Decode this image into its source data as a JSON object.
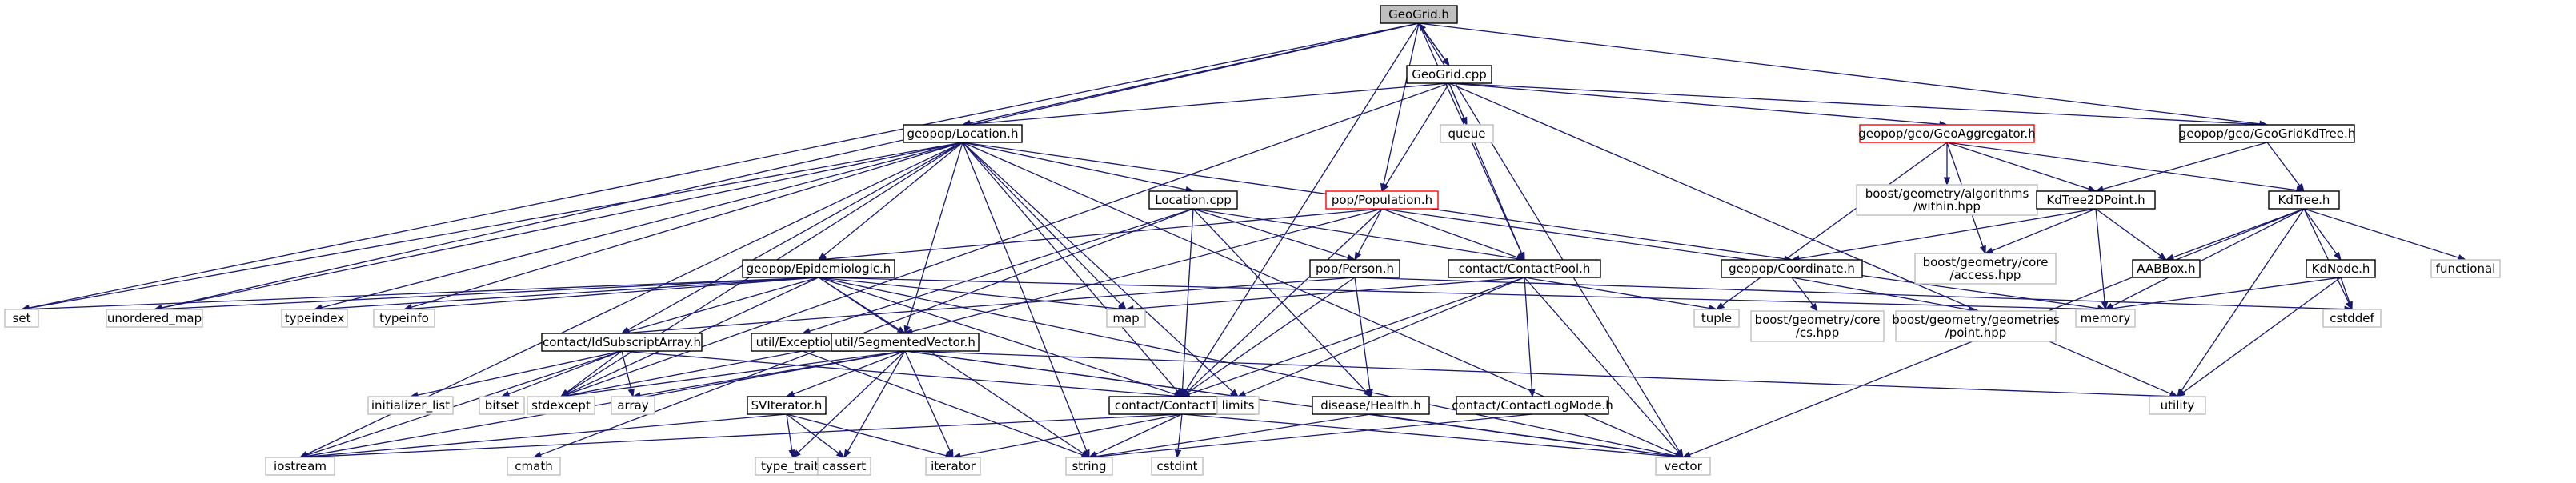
{
  "graph": {
    "nodes": [
      {
        "id": "geogrid_h",
        "label": [
          "GeoGrid.h"
        ],
        "style": "focus"
      },
      {
        "id": "geogrid_cpp",
        "label": [
          "GeoGrid.cpp"
        ],
        "style": "normal"
      },
      {
        "id": "location_h",
        "label": [
          "geopop/Location.h"
        ],
        "style": "normal"
      },
      {
        "id": "queue",
        "label": [
          "queue"
        ],
        "style": "external"
      },
      {
        "id": "geoaggregator_h",
        "label": [
          "geopop/geo/GeoAggregator.h"
        ],
        "style": "red"
      },
      {
        "id": "geogridkdtree_h",
        "label": [
          "geopop/geo/GeoGridKdTree.h"
        ],
        "style": "normal"
      },
      {
        "id": "location_cpp",
        "label": [
          "Location.cpp"
        ],
        "style": "normal"
      },
      {
        "id": "population_h",
        "label": [
          "pop/Population.h"
        ],
        "style": "red"
      },
      {
        "id": "boost_within",
        "label": [
          "boost/geometry/algorithms",
          "/within.hpp"
        ],
        "style": "external"
      },
      {
        "id": "kdtree2dpoint_h",
        "label": [
          "KdTree2DPoint.h"
        ],
        "style": "normal"
      },
      {
        "id": "kdtree_h",
        "label": [
          "KdTree.h"
        ],
        "style": "normal"
      },
      {
        "id": "epidemiologic_h",
        "label": [
          "geopop/Epidemiologic.h"
        ],
        "style": "normal"
      },
      {
        "id": "person_h",
        "label": [
          "pop/Person.h"
        ],
        "style": "normal"
      },
      {
        "id": "contactpool_h",
        "label": [
          "contact/ContactPool.h"
        ],
        "style": "normal"
      },
      {
        "id": "coordinate_h",
        "label": [
          "geopop/Coordinate.h"
        ],
        "style": "normal"
      },
      {
        "id": "boost_access",
        "label": [
          "boost/geometry/core",
          "/access.hpp"
        ],
        "style": "external"
      },
      {
        "id": "aabbox_h",
        "label": [
          "AABBox.h"
        ],
        "style": "normal"
      },
      {
        "id": "kdnode_h",
        "label": [
          "KdNode.h"
        ],
        "style": "normal"
      },
      {
        "id": "functional",
        "label": [
          "functional"
        ],
        "style": "external"
      },
      {
        "id": "set",
        "label": [
          "set"
        ],
        "style": "external"
      },
      {
        "id": "unordered_map",
        "label": [
          "unordered_map"
        ],
        "style": "external"
      },
      {
        "id": "typeindex",
        "label": [
          "typeindex"
        ],
        "style": "external"
      },
      {
        "id": "typeinfo",
        "label": [
          "typeinfo"
        ],
        "style": "external"
      },
      {
        "id": "map",
        "label": [
          "map"
        ],
        "style": "external"
      },
      {
        "id": "tuple",
        "label": [
          "tuple"
        ],
        "style": "external"
      },
      {
        "id": "boost_cs",
        "label": [
          "boost/geometry/core",
          "/cs.hpp"
        ],
        "style": "external"
      },
      {
        "id": "boost_point",
        "label": [
          "boost/geometry/geometries",
          "/point.hpp"
        ],
        "style": "external"
      },
      {
        "id": "memory",
        "label": [
          "memory"
        ],
        "style": "external"
      },
      {
        "id": "cstddef",
        "label": [
          "cstddef"
        ],
        "style": "external"
      },
      {
        "id": "idsubscriptarray_h",
        "label": [
          "contact/IdSubscriptArray.h"
        ],
        "style": "normal"
      },
      {
        "id": "exception_h",
        "label": [
          "util/Exception.h"
        ],
        "style": "normal"
      },
      {
        "id": "segmentedvector_h",
        "label": [
          "util/SegmentedVector.h"
        ],
        "style": "normal"
      },
      {
        "id": "initializer_list",
        "label": [
          "initializer_list"
        ],
        "style": "external"
      },
      {
        "id": "bitset",
        "label": [
          "bitset"
        ],
        "style": "external"
      },
      {
        "id": "stdexcept",
        "label": [
          "stdexcept"
        ],
        "style": "external"
      },
      {
        "id": "array",
        "label": [
          "array"
        ],
        "style": "external"
      },
      {
        "id": "svlterator_h",
        "label": [
          "SVIterator.h"
        ],
        "style": "normal"
      },
      {
        "id": "contacttype_h",
        "label": [
          "contact/ContactType.h"
        ],
        "style": "normal"
      },
      {
        "id": "limits",
        "label": [
          "limits"
        ],
        "style": "external"
      },
      {
        "id": "health_h",
        "label": [
          "disease/Health.h"
        ],
        "style": "normal"
      },
      {
        "id": "contactlogmode_h",
        "label": [
          "contact/ContactLogMode.h"
        ],
        "style": "normal"
      },
      {
        "id": "utility",
        "label": [
          "utility"
        ],
        "style": "external"
      },
      {
        "id": "iostream",
        "label": [
          "iostream"
        ],
        "style": "external"
      },
      {
        "id": "cmath",
        "label": [
          "cmath"
        ],
        "style": "external"
      },
      {
        "id": "type_traits",
        "label": [
          "type_traits"
        ],
        "style": "external"
      },
      {
        "id": "cassert",
        "label": [
          "cassert"
        ],
        "style": "external"
      },
      {
        "id": "iterator",
        "label": [
          "iterator"
        ],
        "style": "external"
      },
      {
        "id": "string",
        "label": [
          "string"
        ],
        "style": "external"
      },
      {
        "id": "cstdint",
        "label": [
          "cstdint"
        ],
        "style": "external"
      },
      {
        "id": "vector",
        "label": [
          "vector"
        ],
        "style": "external"
      }
    ],
    "edges": [
      [
        "geogrid_h",
        "geogrid_cpp"
      ],
      [
        "geogrid_cpp",
        "geogrid_h"
      ],
      [
        "geogrid_h",
        "location_h"
      ],
      [
        "geogrid_h",
        "population_h"
      ],
      [
        "geogrid_h",
        "contactpool_h"
      ],
      [
        "geogrid_h",
        "contacttype_h"
      ],
      [
        "geogrid_h",
        "set"
      ],
      [
        "geogrid_h",
        "unordered_map"
      ],
      [
        "geogrid_h",
        "geogridkdtree_h"
      ],
      [
        "geogrid_h",
        "vector"
      ],
      [
        "geogrid_cpp",
        "location_h"
      ],
      [
        "geogrid_cpp",
        "queue"
      ],
      [
        "geogrid_cpp",
        "geoaggregator_h"
      ],
      [
        "geogrid_cpp",
        "geogridkdtree_h"
      ],
      [
        "geogrid_cpp",
        "population_h"
      ],
      [
        "geogrid_cpp",
        "contactpool_h"
      ],
      [
        "geogrid_cpp",
        "utility"
      ],
      [
        "geogrid_cpp",
        "stdexcept"
      ],
      [
        "location_h",
        "location_cpp"
      ],
      [
        "location_h",
        "epidemiologic_h"
      ],
      [
        "location_h",
        "coordinate_h"
      ],
      [
        "location_h",
        "idsubscriptarray_h"
      ],
      [
        "location_h",
        "segmentedvector_h"
      ],
      [
        "location_h",
        "contacttype_h"
      ],
      [
        "location_h",
        "set"
      ],
      [
        "location_h",
        "unordered_map"
      ],
      [
        "location_h",
        "typeindex"
      ],
      [
        "location_h",
        "typeinfo"
      ],
      [
        "location_h",
        "map"
      ],
      [
        "location_h",
        "string"
      ],
      [
        "location_h",
        "vector"
      ],
      [
        "location_h",
        "iostream"
      ],
      [
        "location_h",
        "stdexcept"
      ],
      [
        "location_h",
        "limits"
      ],
      [
        "location_cpp",
        "person_h"
      ],
      [
        "location_cpp",
        "contactpool_h"
      ],
      [
        "location_cpp",
        "exception_h"
      ],
      [
        "location_cpp",
        "contacttype_h"
      ],
      [
        "location_cpp",
        "health_h"
      ],
      [
        "location_cpp",
        "cmath"
      ],
      [
        "population_h",
        "epidemiologic_h"
      ],
      [
        "population_h",
        "person_h"
      ],
      [
        "population_h",
        "contactpool_h"
      ],
      [
        "population_h",
        "segmentedvector_h"
      ],
      [
        "population_h",
        "contacttype_h"
      ],
      [
        "population_h",
        "memory"
      ],
      [
        "epidemiologic_h",
        "idsubscriptarray_h"
      ],
      [
        "epidemiologic_h",
        "segmentedvector_h"
      ],
      [
        "epidemiologic_h",
        "contacttype_h"
      ],
      [
        "epidemiologic_h",
        "set"
      ],
      [
        "epidemiologic_h",
        "unordered_map"
      ],
      [
        "epidemiologic_h",
        "typeindex"
      ],
      [
        "epidemiologic_h",
        "typeinfo"
      ],
      [
        "epidemiologic_h",
        "map"
      ],
      [
        "epidemiologic_h",
        "memory"
      ],
      [
        "epidemiologic_h",
        "string"
      ],
      [
        "epidemiologic_h",
        "vector"
      ],
      [
        "epidemiologic_h",
        "stdexcept"
      ],
      [
        "person_h",
        "idsubscriptarray_h"
      ],
      [
        "person_h",
        "health_h"
      ],
      [
        "person_h",
        "contacttype_h"
      ],
      [
        "person_h",
        "cstddef"
      ],
      [
        "contactpool_h",
        "map"
      ],
      [
        "contactpool_h",
        "tuple"
      ],
      [
        "contactpool_h",
        "contactlogmode_h"
      ],
      [
        "contactpool_h",
        "contacttype_h"
      ],
      [
        "contactpool_h",
        "limits"
      ],
      [
        "contactpool_h",
        "vector"
      ],
      [
        "geoaggregator_h",
        "boost_within"
      ],
      [
        "geoaggregator_h",
        "kdtree2dpoint_h"
      ],
      [
        "geoaggregator_h",
        "kdtree_h"
      ],
      [
        "geoaggregator_h",
        "boost_access"
      ],
      [
        "geoaggregator_h",
        "tuple"
      ],
      [
        "geogridkdtree_h",
        "kdtree2dpoint_h"
      ],
      [
        "geogridkdtree_h",
        "kdtree_h"
      ],
      [
        "kdtree2dpoint_h",
        "coordinate_h"
      ],
      [
        "kdtree2dpoint_h",
        "boost_access"
      ],
      [
        "kdtree2dpoint_h",
        "aabbox_h"
      ],
      [
        "kdtree2dpoint_h",
        "memory"
      ],
      [
        "kdtree_h",
        "aabbox_h"
      ],
      [
        "kdtree_h",
        "kdnode_h"
      ],
      [
        "kdtree_h",
        "functional"
      ],
      [
        "kdtree_h",
        "memory"
      ],
      [
        "kdtree_h",
        "cstddef"
      ],
      [
        "kdtree_h",
        "utility"
      ],
      [
        "kdtree_h",
        "vector"
      ],
      [
        "kdnode_h",
        "memory"
      ],
      [
        "kdnode_h",
        "cstddef"
      ],
      [
        "kdnode_h",
        "utility"
      ],
      [
        "coordinate_h",
        "boost_cs"
      ],
      [
        "coordinate_h",
        "boost_point"
      ],
      [
        "idsubscriptarray_h",
        "initializer_list"
      ],
      [
        "idsubscriptarray_h",
        "bitset"
      ],
      [
        "idsubscriptarray_h",
        "stdexcept"
      ],
      [
        "idsubscriptarray_h",
        "array"
      ],
      [
        "idsubscriptarray_h",
        "iostream"
      ],
      [
        "idsubscriptarray_h",
        "contacttype_h"
      ],
      [
        "exception_h",
        "stdexcept"
      ],
      [
        "exception_h",
        "string"
      ],
      [
        "segmentedvector_h",
        "svlterator_h"
      ],
      [
        "segmentedvector_h",
        "array"
      ],
      [
        "segmentedvector_h",
        "stdexcept"
      ],
      [
        "segmentedvector_h",
        "type_traits"
      ],
      [
        "segmentedvector_h",
        "cassert"
      ],
      [
        "segmentedvector_h",
        "iterator"
      ],
      [
        "segmentedvector_h",
        "vector"
      ],
      [
        "segmentedvector_h",
        "iostream"
      ],
      [
        "segmentedvector_h",
        "limits"
      ],
      [
        "segmentedvector_h",
        "utility"
      ],
      [
        "svlterator_h",
        "type_traits"
      ],
      [
        "svlterator_h",
        "cassert"
      ],
      [
        "svlterator_h",
        "iterator"
      ],
      [
        "svlterator_h",
        "iostream"
      ],
      [
        "contacttype_h",
        "string"
      ],
      [
        "contacttype_h",
        "cstdint"
      ],
      [
        "contacttype_h",
        "iterator"
      ],
      [
        "contacttype_h",
        "iostream"
      ],
      [
        "contacttype_h",
        "vector"
      ],
      [
        "health_h",
        "string"
      ],
      [
        "health_h",
        "vector"
      ],
      [
        "contactlogmode_h",
        "string"
      ]
    ]
  }
}
